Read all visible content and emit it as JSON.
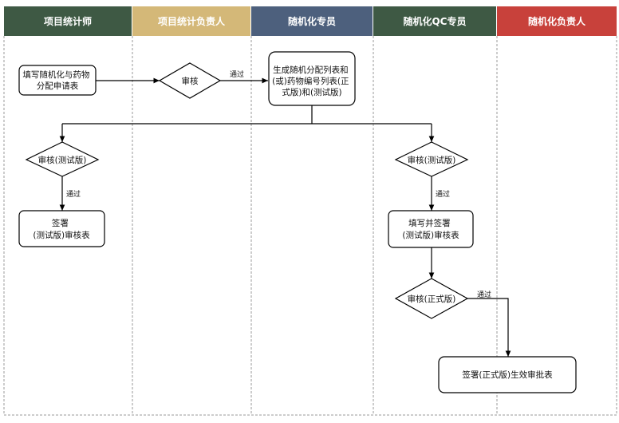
{
  "lanes": [
    {
      "title": "项目统计师",
      "color": "#3e5944"
    },
    {
      "title": "项目统计负责人",
      "color": "#d4b878"
    },
    {
      "title": "随机化专员",
      "color": "#4d607d"
    },
    {
      "title": "随机化QC专员",
      "color": "#3e5944"
    },
    {
      "title": "随机化负责人",
      "color": "#c8413b"
    }
  ],
  "nodes": {
    "fill_form": {
      "lines": [
        "填写随机化与药物",
        "分配申请表"
      ]
    },
    "review_1": {
      "lines": [
        "审核"
      ]
    },
    "generate": {
      "lines": [
        "生成随机分配列表和",
        "(或)药物编号列表(正",
        "式版)和(测试版)"
      ]
    },
    "review_test_left": {
      "lines": [
        "审核(测试版)"
      ]
    },
    "sign_test_left": {
      "lines": [
        "签署",
        "(测试版)审核表"
      ]
    },
    "review_test_right": {
      "lines": [
        "审核(测试版)"
      ]
    },
    "fill_sign": {
      "lines": [
        "填写并签署",
        "(测试版)审核表"
      ]
    },
    "review_official": {
      "lines": [
        "审核(正式版)"
      ]
    },
    "sign_official": {
      "lines": [
        "签署(正式版)生效审批表"
      ]
    }
  },
  "edge_labels": {
    "pass_1": "通过",
    "pass_left": "通过",
    "pass_right": "通过",
    "pass_official": "通过"
  }
}
